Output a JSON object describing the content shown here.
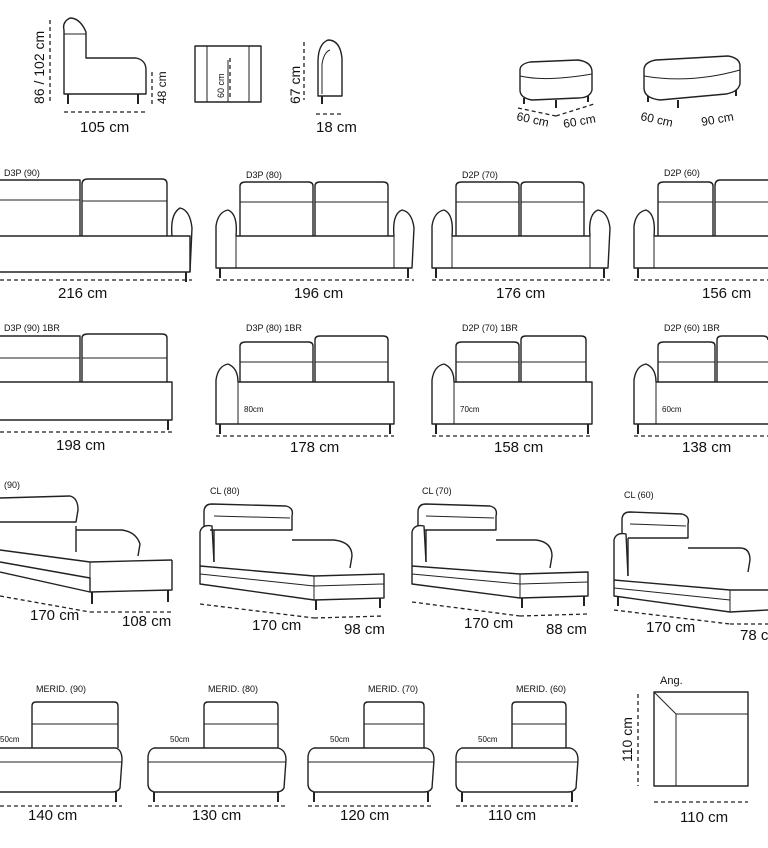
{
  "top_views": {
    "side_view": {
      "height": "86 / 102 cm",
      "seat_height": "48 cm",
      "depth": "105 cm"
    },
    "top_view": {
      "depth": "60 cm"
    },
    "arm_view": {
      "height": "67 cm",
      "width": "18 cm"
    },
    "pouf_small": {
      "a": "60 cm",
      "b": "60 cm"
    },
    "pouf_large": {
      "a": "60 cm",
      "b": "90 cm"
    }
  },
  "row1": [
    {
      "label": "D3P (90)",
      "width": "216 cm"
    },
    {
      "label": "D3P (80)",
      "width": "196 cm"
    },
    {
      "label": "D2P (70)",
      "width": "176 cm"
    },
    {
      "label": "D2P (60)",
      "width": "156 cm"
    }
  ],
  "row2": [
    {
      "label": "D3P (90) 1BR",
      "width": "198 cm",
      "inner": ""
    },
    {
      "label": "D3P (80) 1BR",
      "width": "178 cm",
      "inner": "80cm"
    },
    {
      "label": "D2P (70) 1BR",
      "width": "158 cm",
      "inner": "70cm"
    },
    {
      "label": "D2P (60) 1BR",
      "width": "138 cm",
      "inner": "60cm"
    }
  ],
  "row3": [
    {
      "label": "(90)",
      "width": "170 cm",
      "depth": "108 cm"
    },
    {
      "label": "CL (80)",
      "width": "170 cm",
      "depth": "98 cm"
    },
    {
      "label": "CL (70)",
      "width": "170 cm",
      "depth": "88 cm"
    },
    {
      "label": "CL (60)",
      "width": "170 cm",
      "depth": "78 c"
    }
  ],
  "row4": [
    {
      "label": "MERID. (90)",
      "width": "140 cm",
      "inner": "50cm"
    },
    {
      "label": "MERID. (80)",
      "width": "130 cm",
      "inner": "50cm"
    },
    {
      "label": "MERID. (70)",
      "width": "120 cm",
      "inner": "50cm"
    },
    {
      "label": "MERID. (60)",
      "width": "110 cm",
      "inner": "50cm"
    }
  ],
  "corner": {
    "label": "Ang.",
    "width": "110 cm",
    "height": "110 cm"
  }
}
